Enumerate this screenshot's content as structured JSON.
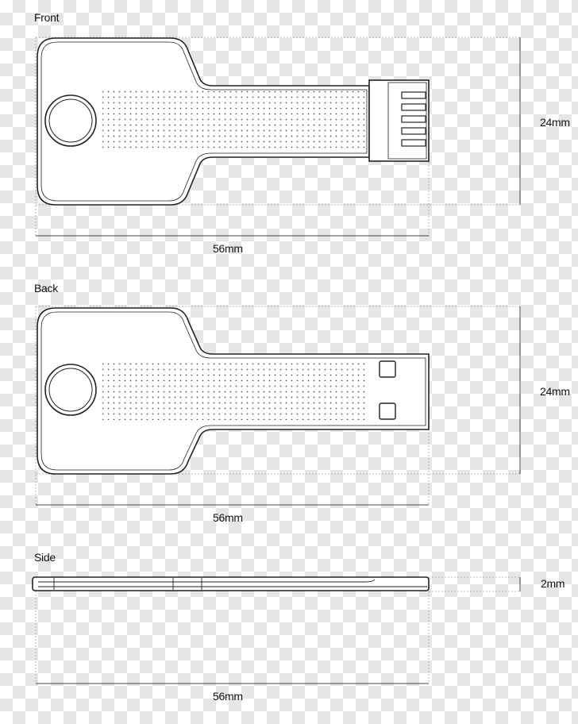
{
  "views": [
    {
      "id": "front",
      "title": "Front",
      "width_label": "56mm",
      "height_label": "24mm"
    },
    {
      "id": "back",
      "title": "Back",
      "width_label": "56mm",
      "height_label": "24mm"
    },
    {
      "id": "side",
      "title": "Side",
      "width_label": "56mm",
      "height_label": "2mm"
    }
  ]
}
